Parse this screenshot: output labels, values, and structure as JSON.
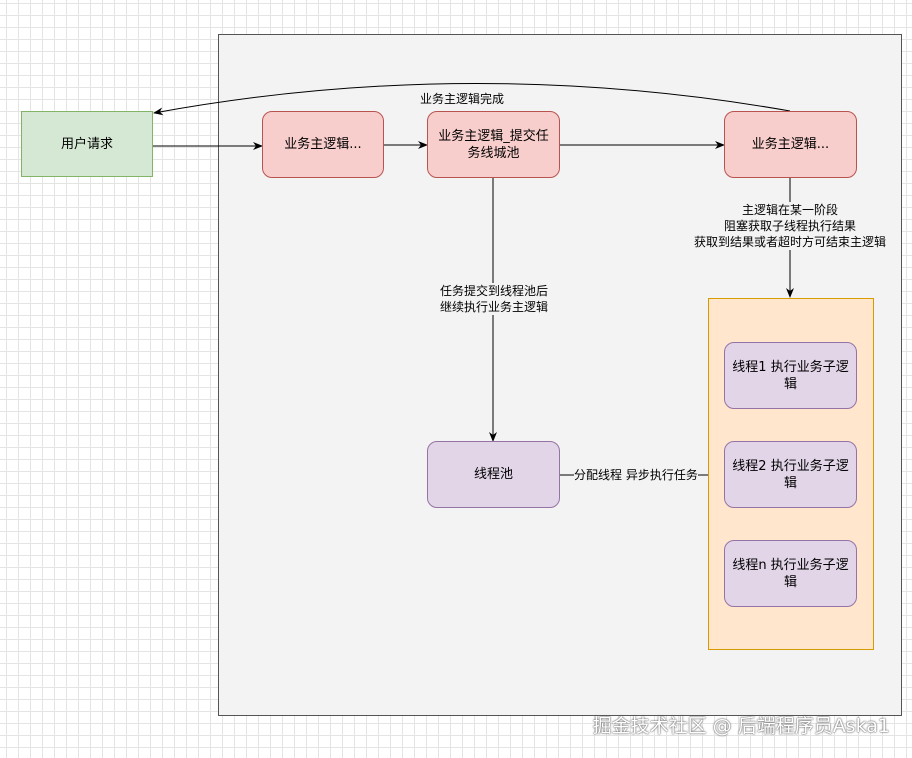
{
  "nodes": {
    "user_request": "用户请求",
    "main_logic_1": "业务主逻辑...",
    "main_logic_submit": "业务主逻辑_提交任务线城池",
    "main_logic_3": "业务主逻辑...",
    "thread_pool": "线程池",
    "thread_1": "线程1 执行业务子逻辑",
    "thread_2": "线程2 执行业务子逻辑",
    "thread_n": "线程n 执行业务子逻辑"
  },
  "edge_labels": {
    "return_label": "业务主逻辑完成",
    "block_line1": "主逻辑在某一阶段",
    "block_line2": "阻塞获取子线程执行结果",
    "block_line3": "获取到结果或者超时方可结束主逻辑",
    "submit_line1": "任务提交到线程池后",
    "submit_line2": "继续执行业务主逻辑",
    "assign_label": "分配线程 异步执行任务"
  },
  "watermark": "掘金技术社区 @ 后端程序员Aska1",
  "colors": {
    "green_fill": "#d5e8d4",
    "red_fill": "#f8cecc",
    "purple_fill": "#e1d5e7",
    "orange_fill": "#ffe6cc"
  }
}
